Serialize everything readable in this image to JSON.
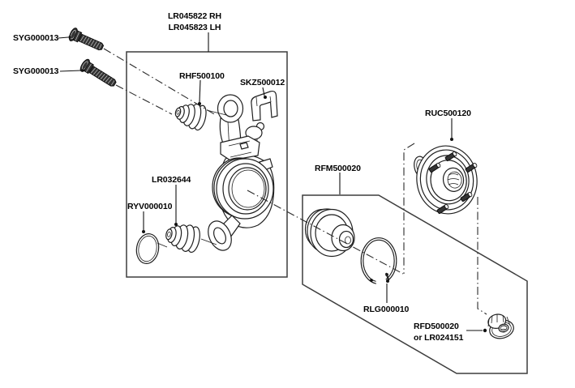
{
  "diagram": {
    "background": "#ffffff",
    "stroke_color": "#1f1f1f",
    "box_color": "#3d3d3d",
    "knuckle_variants": {
      "rh": "LR045822 RH",
      "lh": "LR045823 LH"
    },
    "parts": {
      "bolt_upper": "SYG000013",
      "bolt_lower": "SYG000013",
      "upper_bushing": "RHF500100",
      "retaining_clip": "SKZ500012",
      "lower_bushing": "LR032644",
      "o_ring": "RYV000010",
      "wheel_bearing": "RFM500020",
      "wheel_hub": "RUC500120",
      "snap_ring": "RLG000010",
      "hub_nut": "RFD500020",
      "hub_nut_alt": "or LR024151"
    }
  }
}
